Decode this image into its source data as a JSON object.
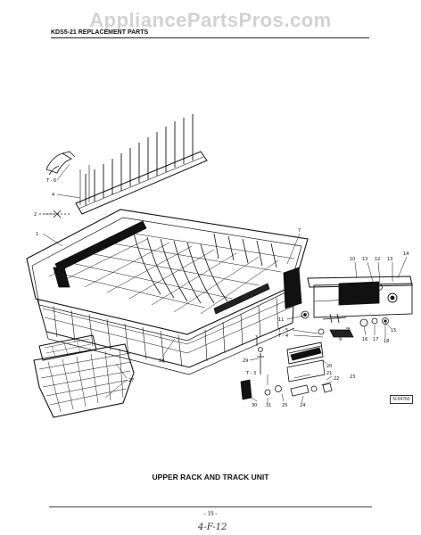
{
  "watermark": "AppliancePartsPros.com",
  "header": {
    "title": "KDS5-21 REPLACEMENT PARTS"
  },
  "caption": "UPPER RACK AND TRACK UNIT",
  "footer": {
    "page_number": "- 19 -",
    "handwritten_note": "4-F-12"
  },
  "ref_code": "N-04760",
  "callouts": {
    "c1": "1",
    "c2": "2",
    "c3": "3",
    "c4": "4",
    "c5": "5",
    "c6": "6",
    "c7": "7",
    "c8": "8",
    "c9": "9",
    "c10": "10",
    "c11": "11",
    "c12": "12",
    "c13": "13",
    "c14": "14",
    "c15": "15",
    "c16": "16",
    "c17": "17",
    "c18": "18",
    "c20": "20",
    "c21": "21",
    "c22": "22",
    "c23": "23",
    "c24": "24",
    "c25": "25",
    "c26": "26",
    "c27": "27",
    "c28": "28",
    "c29": "29",
    "c30": "30",
    "c31": "31",
    "t3": "T - 3",
    "t4": "T - 4",
    "t5": "T - 5",
    "t6": "T - 6"
  }
}
